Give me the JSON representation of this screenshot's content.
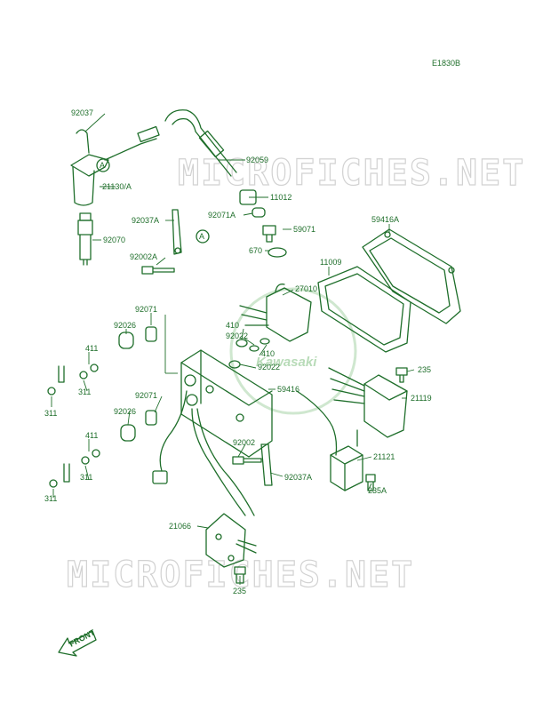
{
  "diagram_code": "E1830B",
  "watermark": "MICROFICHES.NET",
  "logo_text": "Kawasaki",
  "front_label": "FRONT",
  "callout_letter": "A",
  "labels": {
    "p92037": "92037",
    "p92059": "92059",
    "p21130A": "21130/A",
    "p11012": "11012",
    "p92071A": "92071A",
    "p92037A_top": "92037A",
    "p59071": "59071",
    "p59416A": "59416A",
    "p92070": "92070",
    "p670": "670",
    "p92002A": "92002A",
    "p11009": "11009",
    "p27010": "27010",
    "p92071_a": "92071",
    "p92026_a": "92026",
    "p410_a": "410",
    "p92022_a": "92022",
    "p410_b": "410",
    "p92022_b": "92022",
    "p411_a": "411",
    "p311_a": "311",
    "p311_b": "311",
    "p235_a": "235",
    "p21119": "21119",
    "p59416": "59416",
    "p92071_b": "92071",
    "p92026_b": "92026",
    "p411_b": "411",
    "p92002": "92002",
    "p21121": "21121",
    "p311_c": "311",
    "p311_d": "311",
    "p92037A_bot": "92037A",
    "p235A": "235A",
    "p21066": "21066",
    "p235_b": "235"
  },
  "colors": {
    "ink": "#1e6e2a",
    "watermark": "#d2d2d2",
    "background": "#ffffff"
  }
}
